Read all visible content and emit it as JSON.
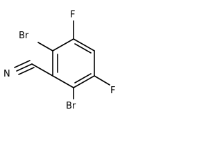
{
  "molecule": {
    "atoms": {
      "br_top": "Br",
      "f_top": "F",
      "f_right": "F",
      "br_bottom": "Br",
      "n_nitrile": "N"
    },
    "colors": {
      "bond": "#000000",
      "label": "#000000",
      "background": "#ffffff"
    }
  }
}
